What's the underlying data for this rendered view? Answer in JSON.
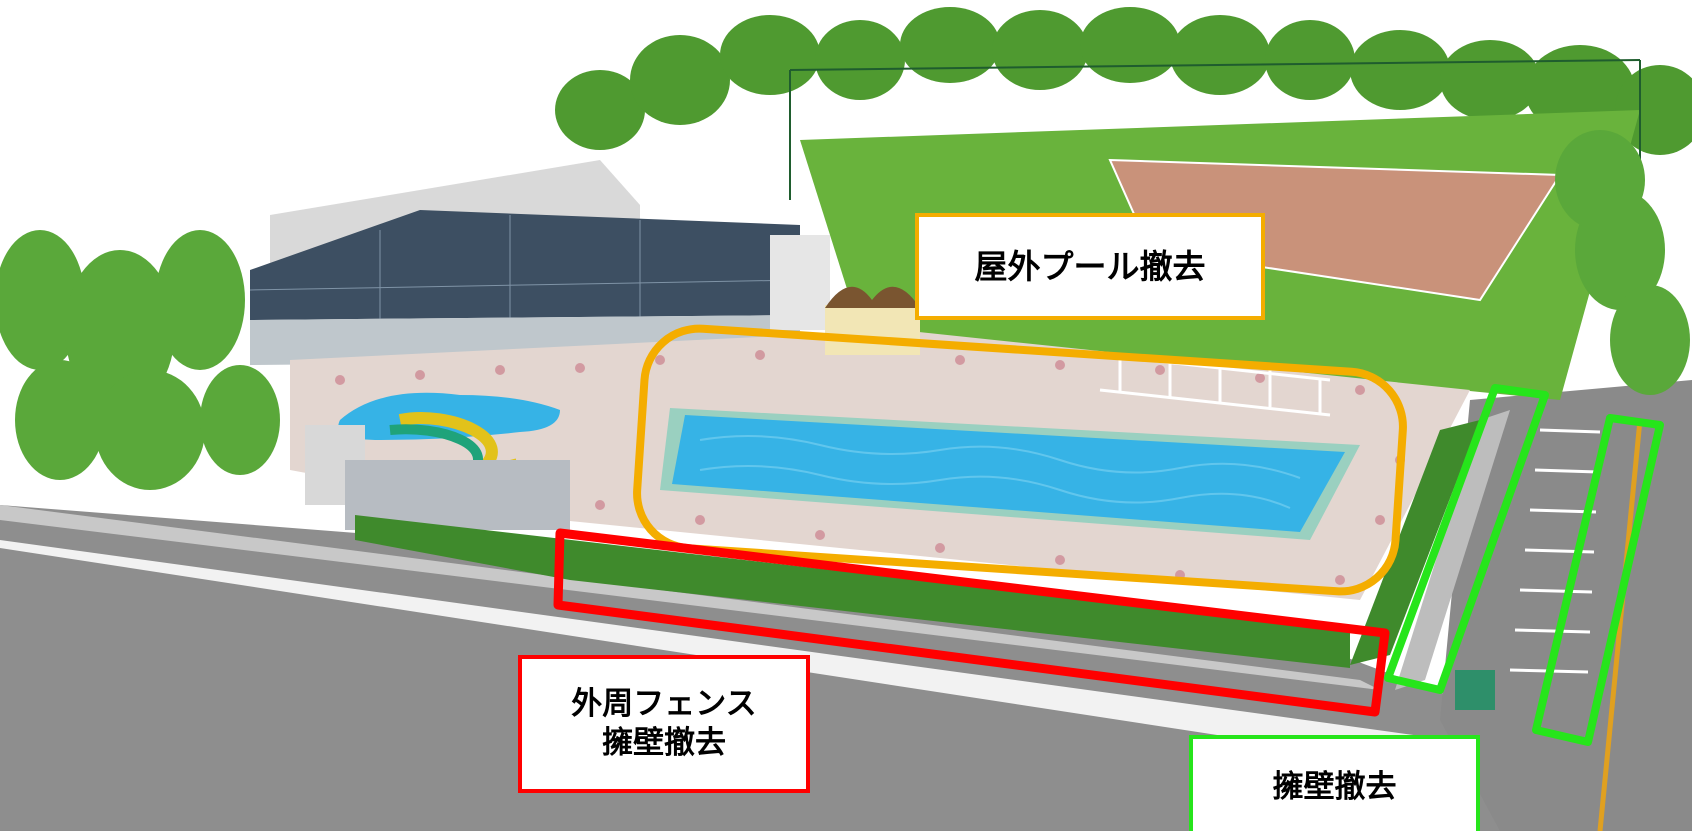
{
  "labels": {
    "outdoor_pool_removal": "屋外プール撤去",
    "fence_line1": "外周フェンス",
    "fence_line2": "擁壁撤去",
    "retaining_wall_removal": "擁壁撤去"
  },
  "colors": {
    "outdoor_pool_highlight": "#f4ad00",
    "fence_highlight": "#ff0000",
    "retaining_wall_highlight": "#26e51b",
    "pool_water": "#36b3e6",
    "field_grass": "#69b33c",
    "infield_dirt": "#c9927a",
    "tree_green": "#4f9a30",
    "road": "#9a9a9a"
  },
  "icons": [
    "pool-slide-icon",
    "small-building-icon"
  ]
}
